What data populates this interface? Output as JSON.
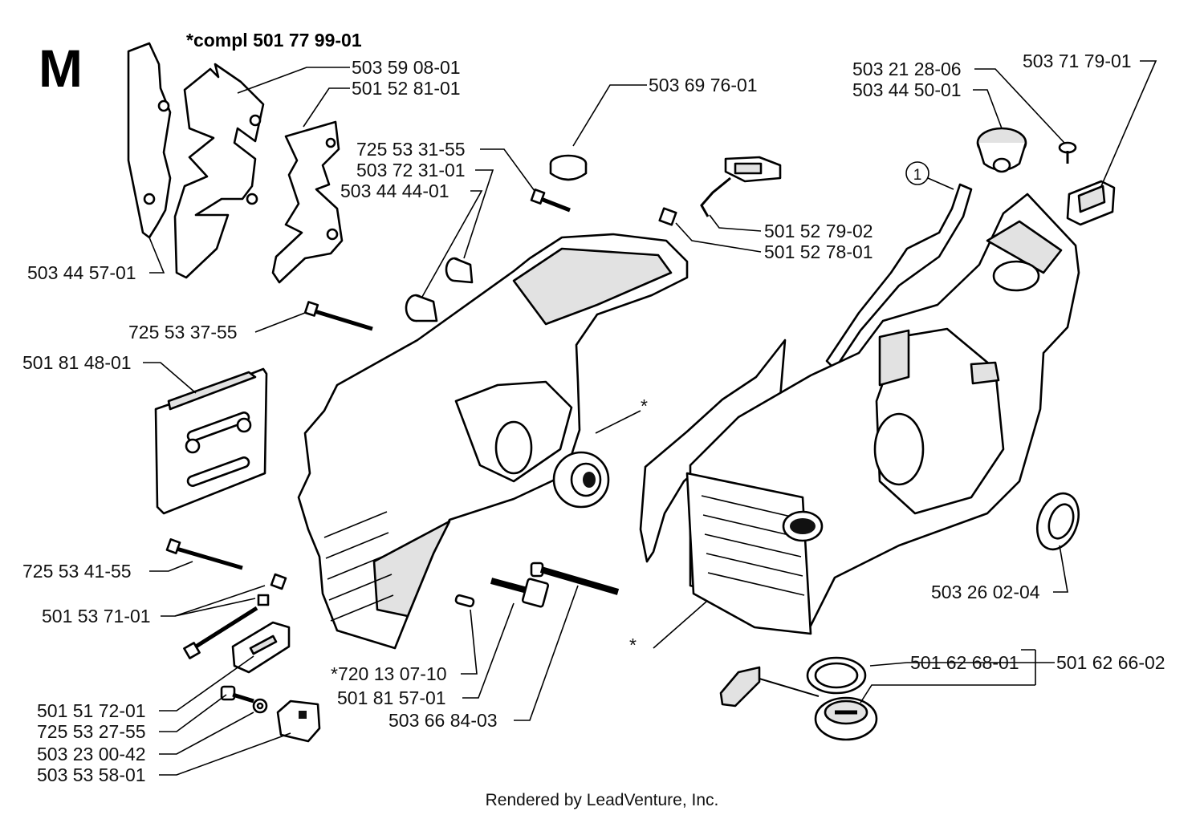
{
  "section_letter": "M",
  "kit_title": "*compl 501 77 99-01",
  "footer": "Rendered by LeadVenture, Inc.",
  "callout_1": "1",
  "labels": {
    "p503_59_08_01": "503 59 08-01",
    "p501_52_81_01": "501 52 81-01",
    "p503_44_57_01": "503 44 57-01",
    "p725_53_31_55": "725 53 31-55",
    "p503_72_31_01": "503 72 31-01",
    "p503_44_44_01": "503 44 44-01",
    "p503_69_76_01": "503 69 76-01",
    "p501_52_79_02": "501 52 79-02",
    "p501_52_78_01": "501 52 78-01",
    "p503_21_28_06": "503 21 28-06",
    "p503_44_50_01": "503 44 50-01",
    "p503_71_79_01": "503 71 79-01",
    "p725_53_37_55": "725 53 37-55",
    "p501_81_48_01": "501 81 48-01",
    "star_bearing": "*",
    "p725_53_41_55": "725 53 41-55",
    "p501_53_71_01": "501 53 71-01",
    "p503_26_02_04": "503 26 02-04",
    "star_crankcase": "*",
    "p720_13_07_10": "*720 13 07-10",
    "p501_81_57_01": "501 81 57-01",
    "p503_66_84_03": "503 66 84-03",
    "p501_62_68_01": "501 62 68-01",
    "p501_62_66_02": "501 62 66-02",
    "p501_51_72_01": "501 51 72-01",
    "p725_53_27_55": "725 53 27-55",
    "p503_23_00_42": "503 23 00-42",
    "p503_53_58_01": "503 53 58-01"
  }
}
